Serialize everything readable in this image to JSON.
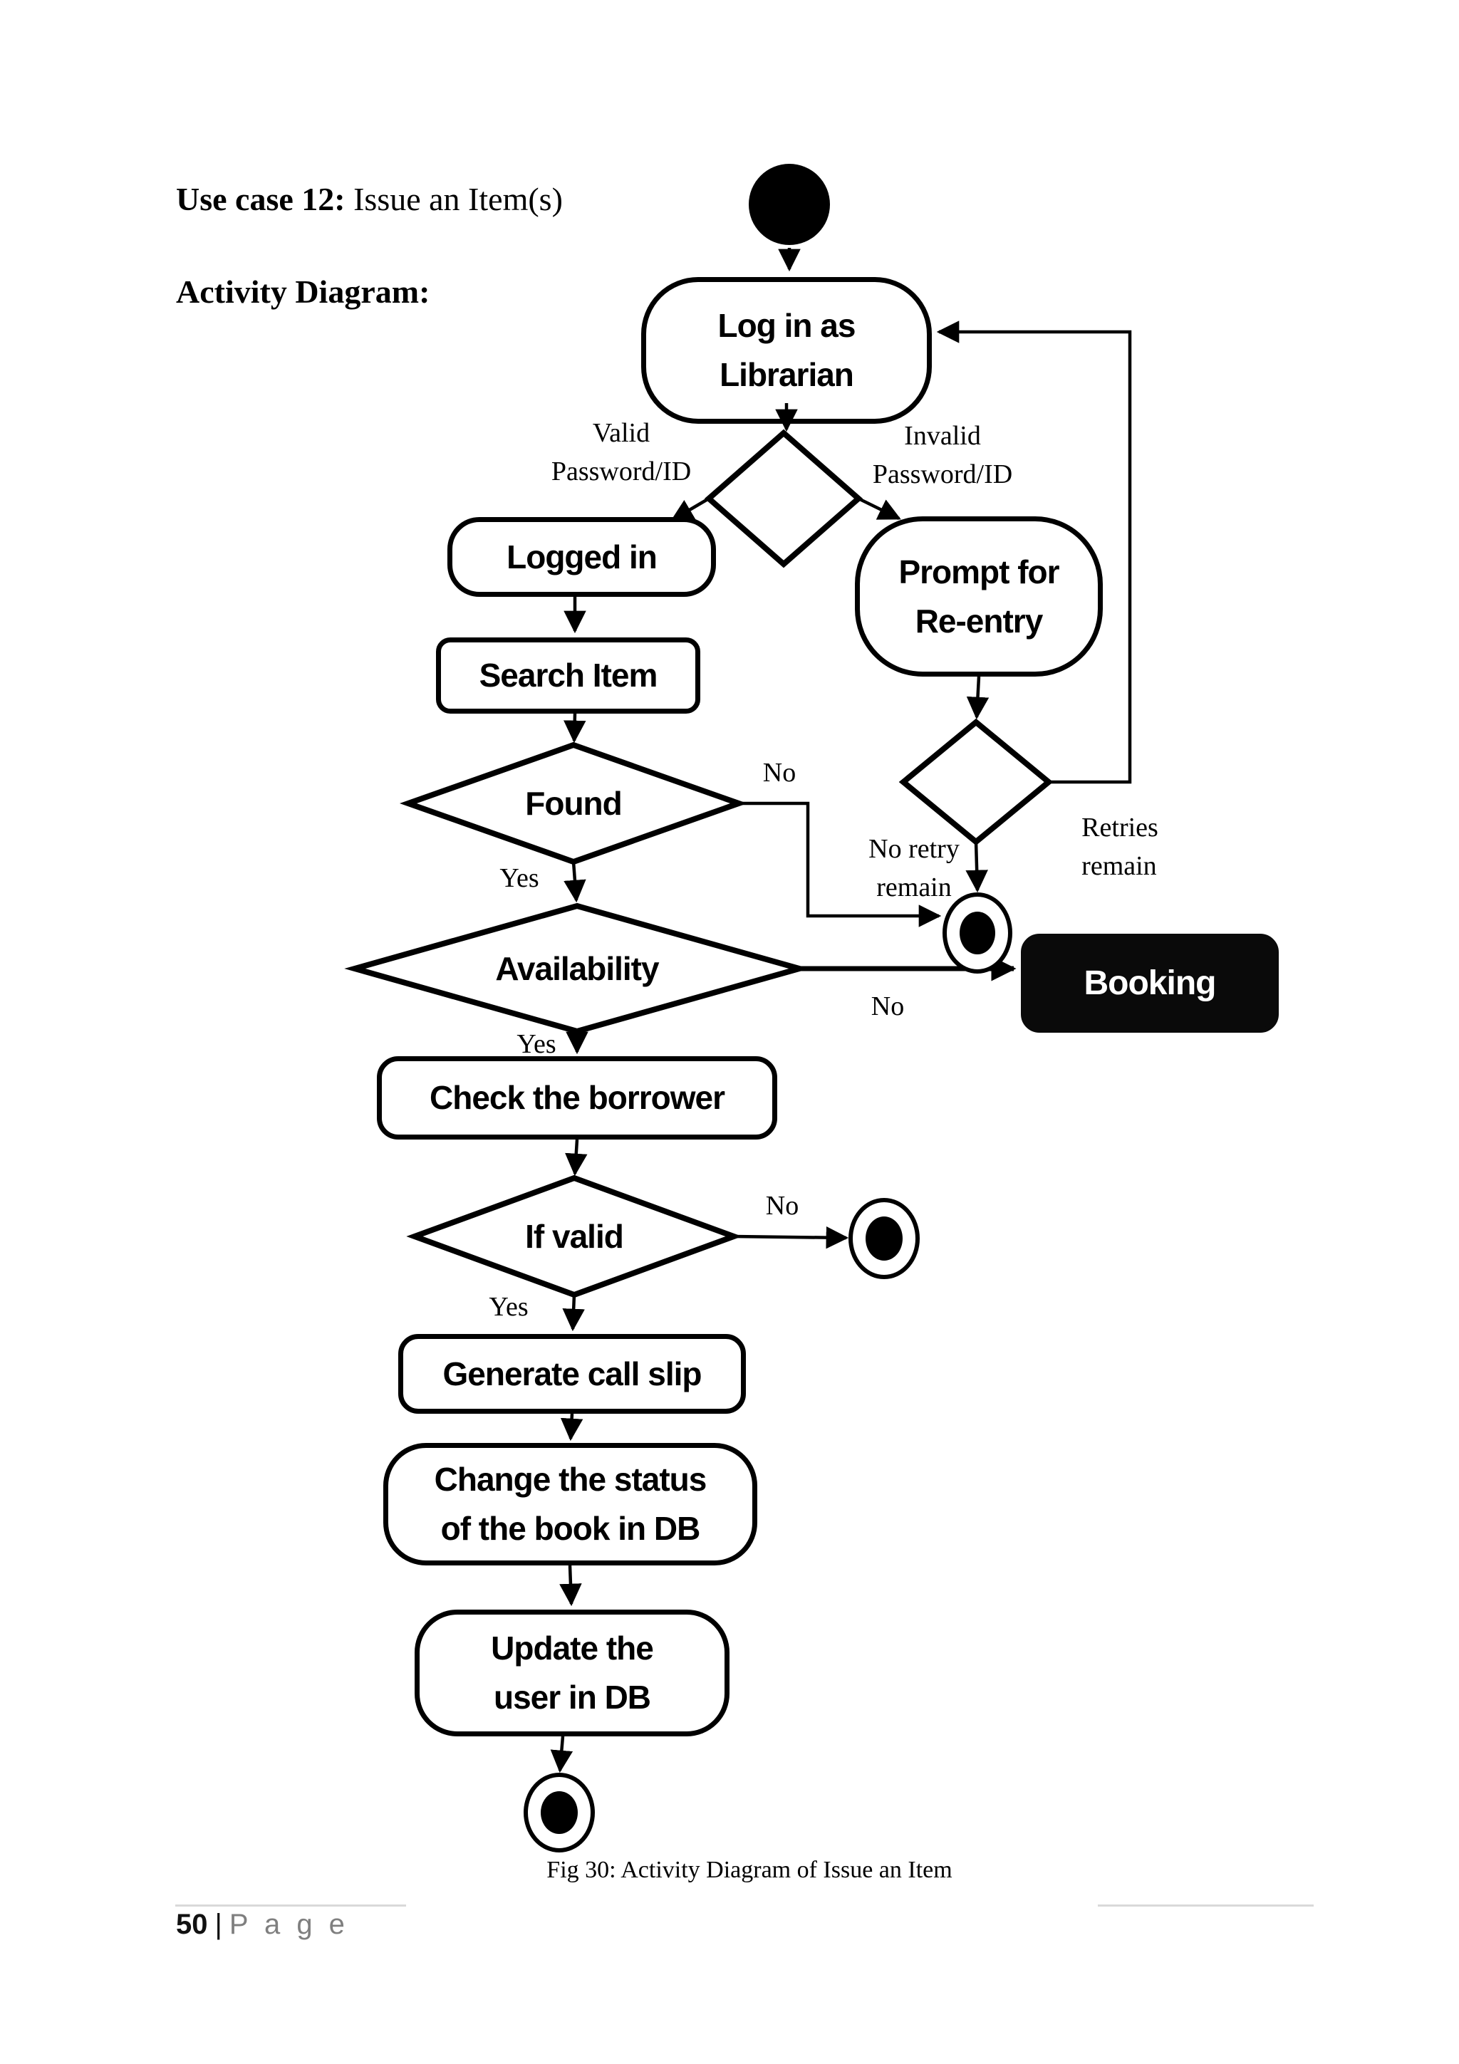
{
  "header": {
    "use_case_label": "Use case 12:",
    "use_case_title": " Issue an Item(s)",
    "section_label": "Activity Diagram:"
  },
  "diagram": {
    "nodes": {
      "login": "Log in as\nLibrarian",
      "logged_in": "Logged in",
      "prompt_reentry": "Prompt for\nRe-entry",
      "search_item": "Search Item",
      "found": "Found",
      "availability": "Availability",
      "booking": "Booking",
      "check_borrower": "Check the borrower",
      "if_valid": "If valid",
      "generate_call_slip": "Generate call slip",
      "change_status": "Change the status\nof the book in DB",
      "update_user": "Update the\nuser in DB"
    },
    "edge_labels": {
      "valid": "Valid\nPassword/ID",
      "invalid": "Invalid\nPassword/ID",
      "found_no": "No",
      "found_yes": "Yes",
      "no_retry": "No retry\nremain",
      "retries_remain": "Retries\nremain",
      "availability_no": "No",
      "availability_yes": "Yes",
      "if_valid_no": "No",
      "if_valid_yes": "Yes"
    }
  },
  "caption": "Fig 30: Activity Diagram of Issue an Item",
  "footer": {
    "page_number": "50",
    "separator": "|",
    "page_label": "P a g e"
  }
}
